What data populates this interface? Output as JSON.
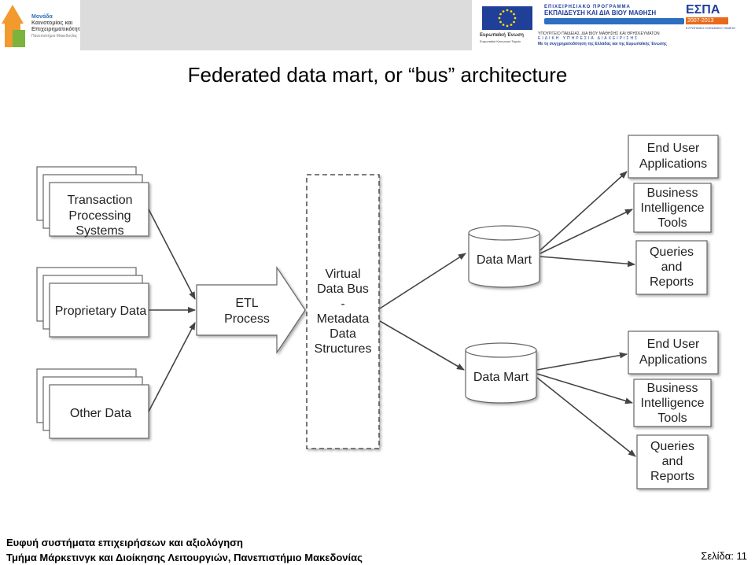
{
  "header": {
    "logo_left_lines": [
      "Μονάδα",
      "Καινοτομίας και",
      "Επιχειρηματικότητας",
      "Πανεπιστήμιο Μακεδονίας"
    ],
    "eu_label": "Ευρωπαϊκή Ένωση",
    "eu_sub": "Ευρωπαϊκό Κοινωνικό Ταμείο",
    "program_line1": "ΕΠΙΧΕΙΡΗΣΙΑΚΟ ΠΡΟΓΡΑΜΜΑ",
    "program_line2": "ΕΚΠΑΙΔΕΥΣΗ ΚΑΙ ΔΙΑ ΒΙΟΥ ΜΑΘΗΣΗ",
    "ministry_line": "ΥΠΟΥΡΓΕΙΟ ΠΑΙΔΕΙΑΣ, ΔΙΑ ΒΙΟΥ ΜΑΘΗΣΗΣ ΚΑΙ ΘΡΗΣΚΕΥΜΑΤΩΝ",
    "ministry_service": "ΕΙΔΙΚΗ ΥΠΗΡΕΣΙΑ ΔΙΑΧΕΙΡΙΣΗΣ",
    "espa_title": "ΕΣΠΑ",
    "espa_years": "2007-2013",
    "espa_fund": "ΕΥΡΩΠΑΪΚΟ ΚΟΙΝΩΝΙΚΟ ΤΑΜΕΙΟ",
    "cofund_line": "Με τη συγχρηματοδότηση της Ελλάδας και της Ευρωπαϊκής Ένωσης"
  },
  "title": "Federated data mart, or “bus” architecture",
  "diagram": {
    "sources": [
      {
        "lines": [
          "Transaction",
          "Processing",
          "Systems"
        ]
      },
      {
        "lines": [
          "Proprietary Data"
        ]
      },
      {
        "lines": [
          "Other Data"
        ]
      }
    ],
    "etl": {
      "lines": [
        "ETL",
        "Process"
      ]
    },
    "bus": {
      "lines": [
        "Virtual",
        "Data Bus",
        "-",
        "Metadata",
        "Data",
        "Structures"
      ]
    },
    "marts": [
      {
        "label": "Data Mart"
      },
      {
        "label": "Data Mart"
      }
    ],
    "outputs_top": [
      {
        "lines": [
          "End User",
          "Applications"
        ]
      },
      {
        "lines": [
          "Business",
          "Intelligence",
          "Tools"
        ]
      },
      {
        "lines": [
          "Queries",
          "and",
          "Reports"
        ]
      }
    ],
    "outputs_bottom": [
      {
        "lines": [
          "End User",
          "Applications"
        ]
      },
      {
        "lines": [
          "Business",
          "Intelligence",
          "Tools"
        ]
      },
      {
        "lines": [
          "Queries",
          "and",
          "Reports"
        ]
      }
    ]
  },
  "footer": {
    "line1": "Ευφυή συστήματα επιχειρήσεων και αξιολόγηση",
    "line2": "Τμήμα Μάρκετινγκ και Διοίκησης Λειτουργιών, Πανεπιστήμιο Μακεδονίας",
    "page": "Σελίδα: 11"
  }
}
